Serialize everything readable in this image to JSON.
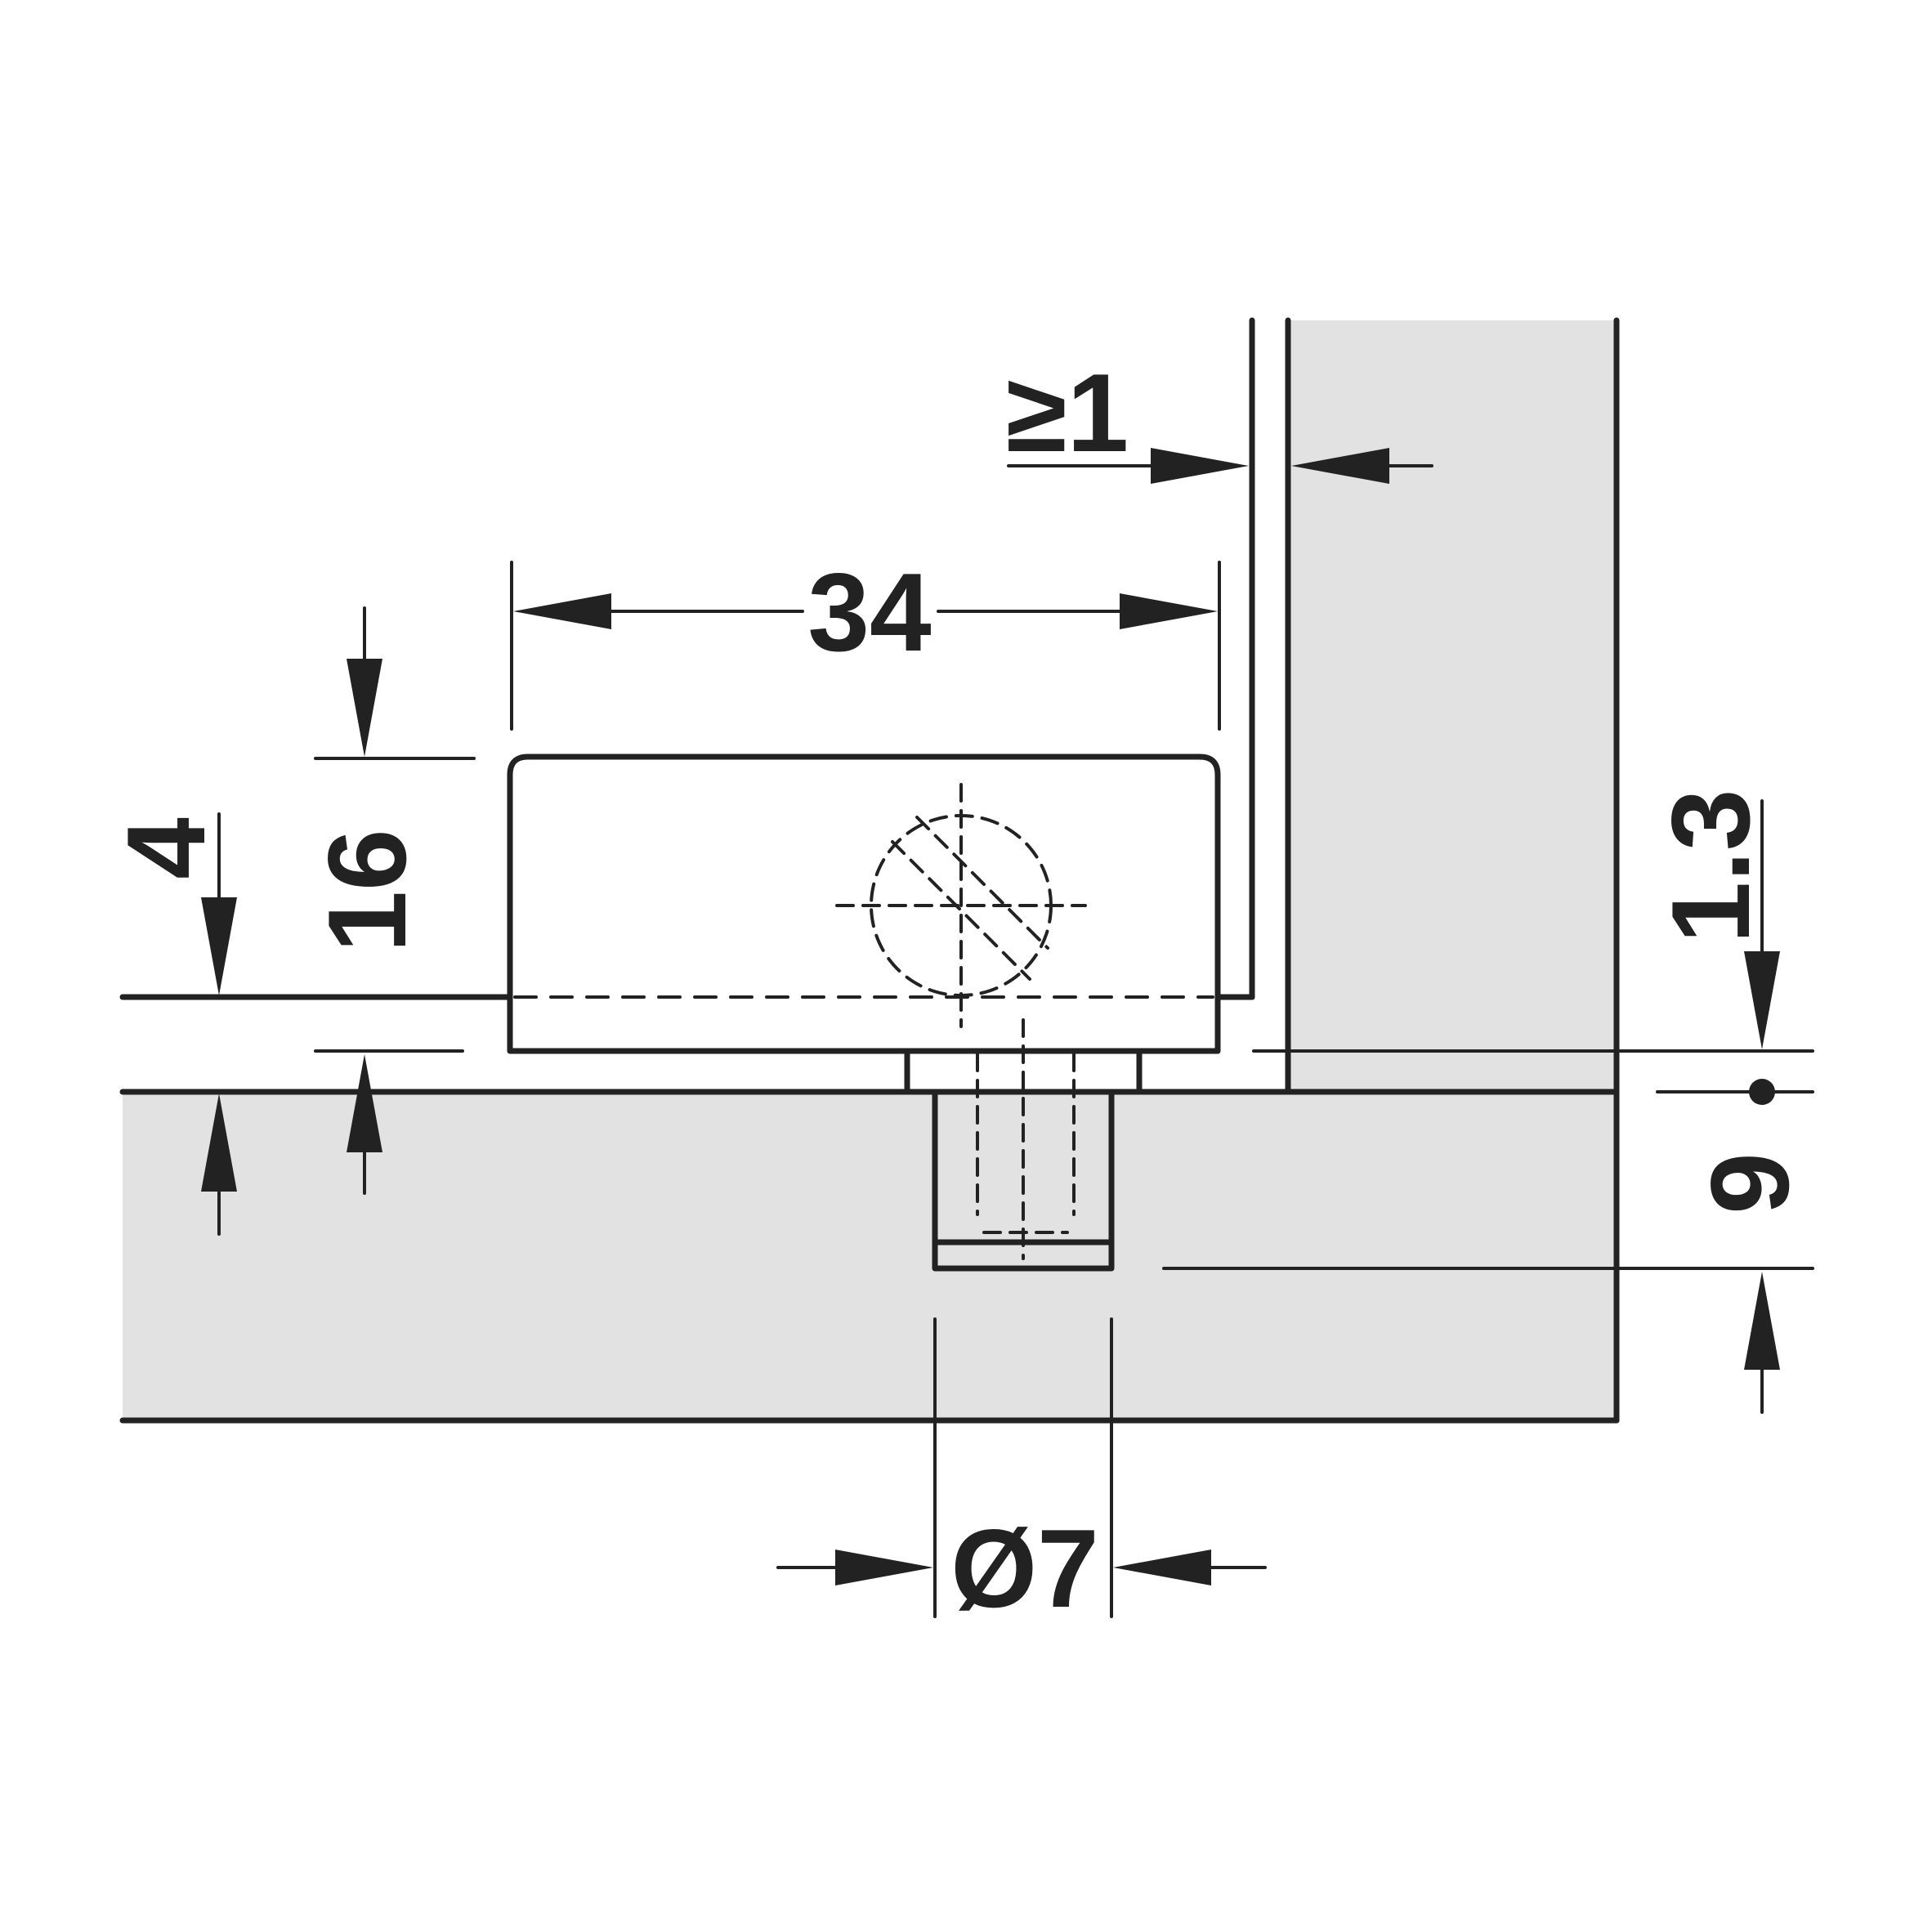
{
  "colors": {
    "line": "#222222",
    "panel_fill": "#e2e2e2",
    "background": "#ffffff"
  },
  "dimensions": {
    "width_34": "34",
    "gap_min_1": "≥1",
    "height_16": "16",
    "offset_4": "4",
    "thickness_1_3": "1.3",
    "depth_9": "9",
    "diameter_7": "Ø7"
  }
}
